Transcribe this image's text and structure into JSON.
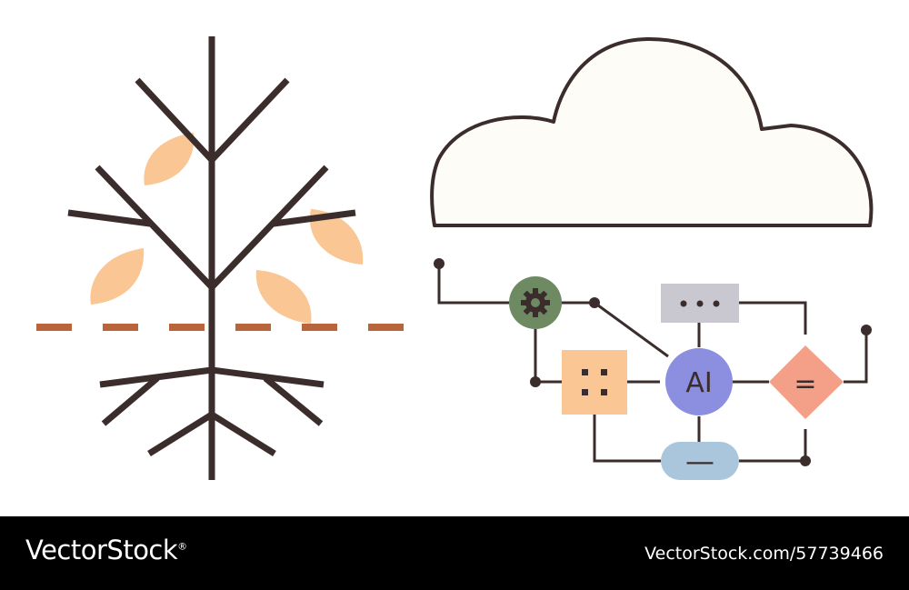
{
  "ai_node": {
    "label": "AI"
  },
  "equals_node": {
    "symbol": "="
  },
  "minus_node": {
    "symbol": "—"
  },
  "footer": {
    "brand": "VectorStock",
    "registered_mark": "®",
    "image_id": "VectorStock.com/57739466"
  },
  "colors": {
    "outline": "#3b2d2c",
    "cloud_fill": "#fdfcf7",
    "leaf": "#f9c694",
    "soil_line": "#b8653b",
    "gear_node": "#6e8a63",
    "dots_node": "#c9c7cf",
    "grid_node": "#f9c694",
    "ai_node": "#8c8ee0",
    "equals_node": "#f4a088",
    "minus_node": "#a9c6dc",
    "footer_bg": "#000000"
  }
}
